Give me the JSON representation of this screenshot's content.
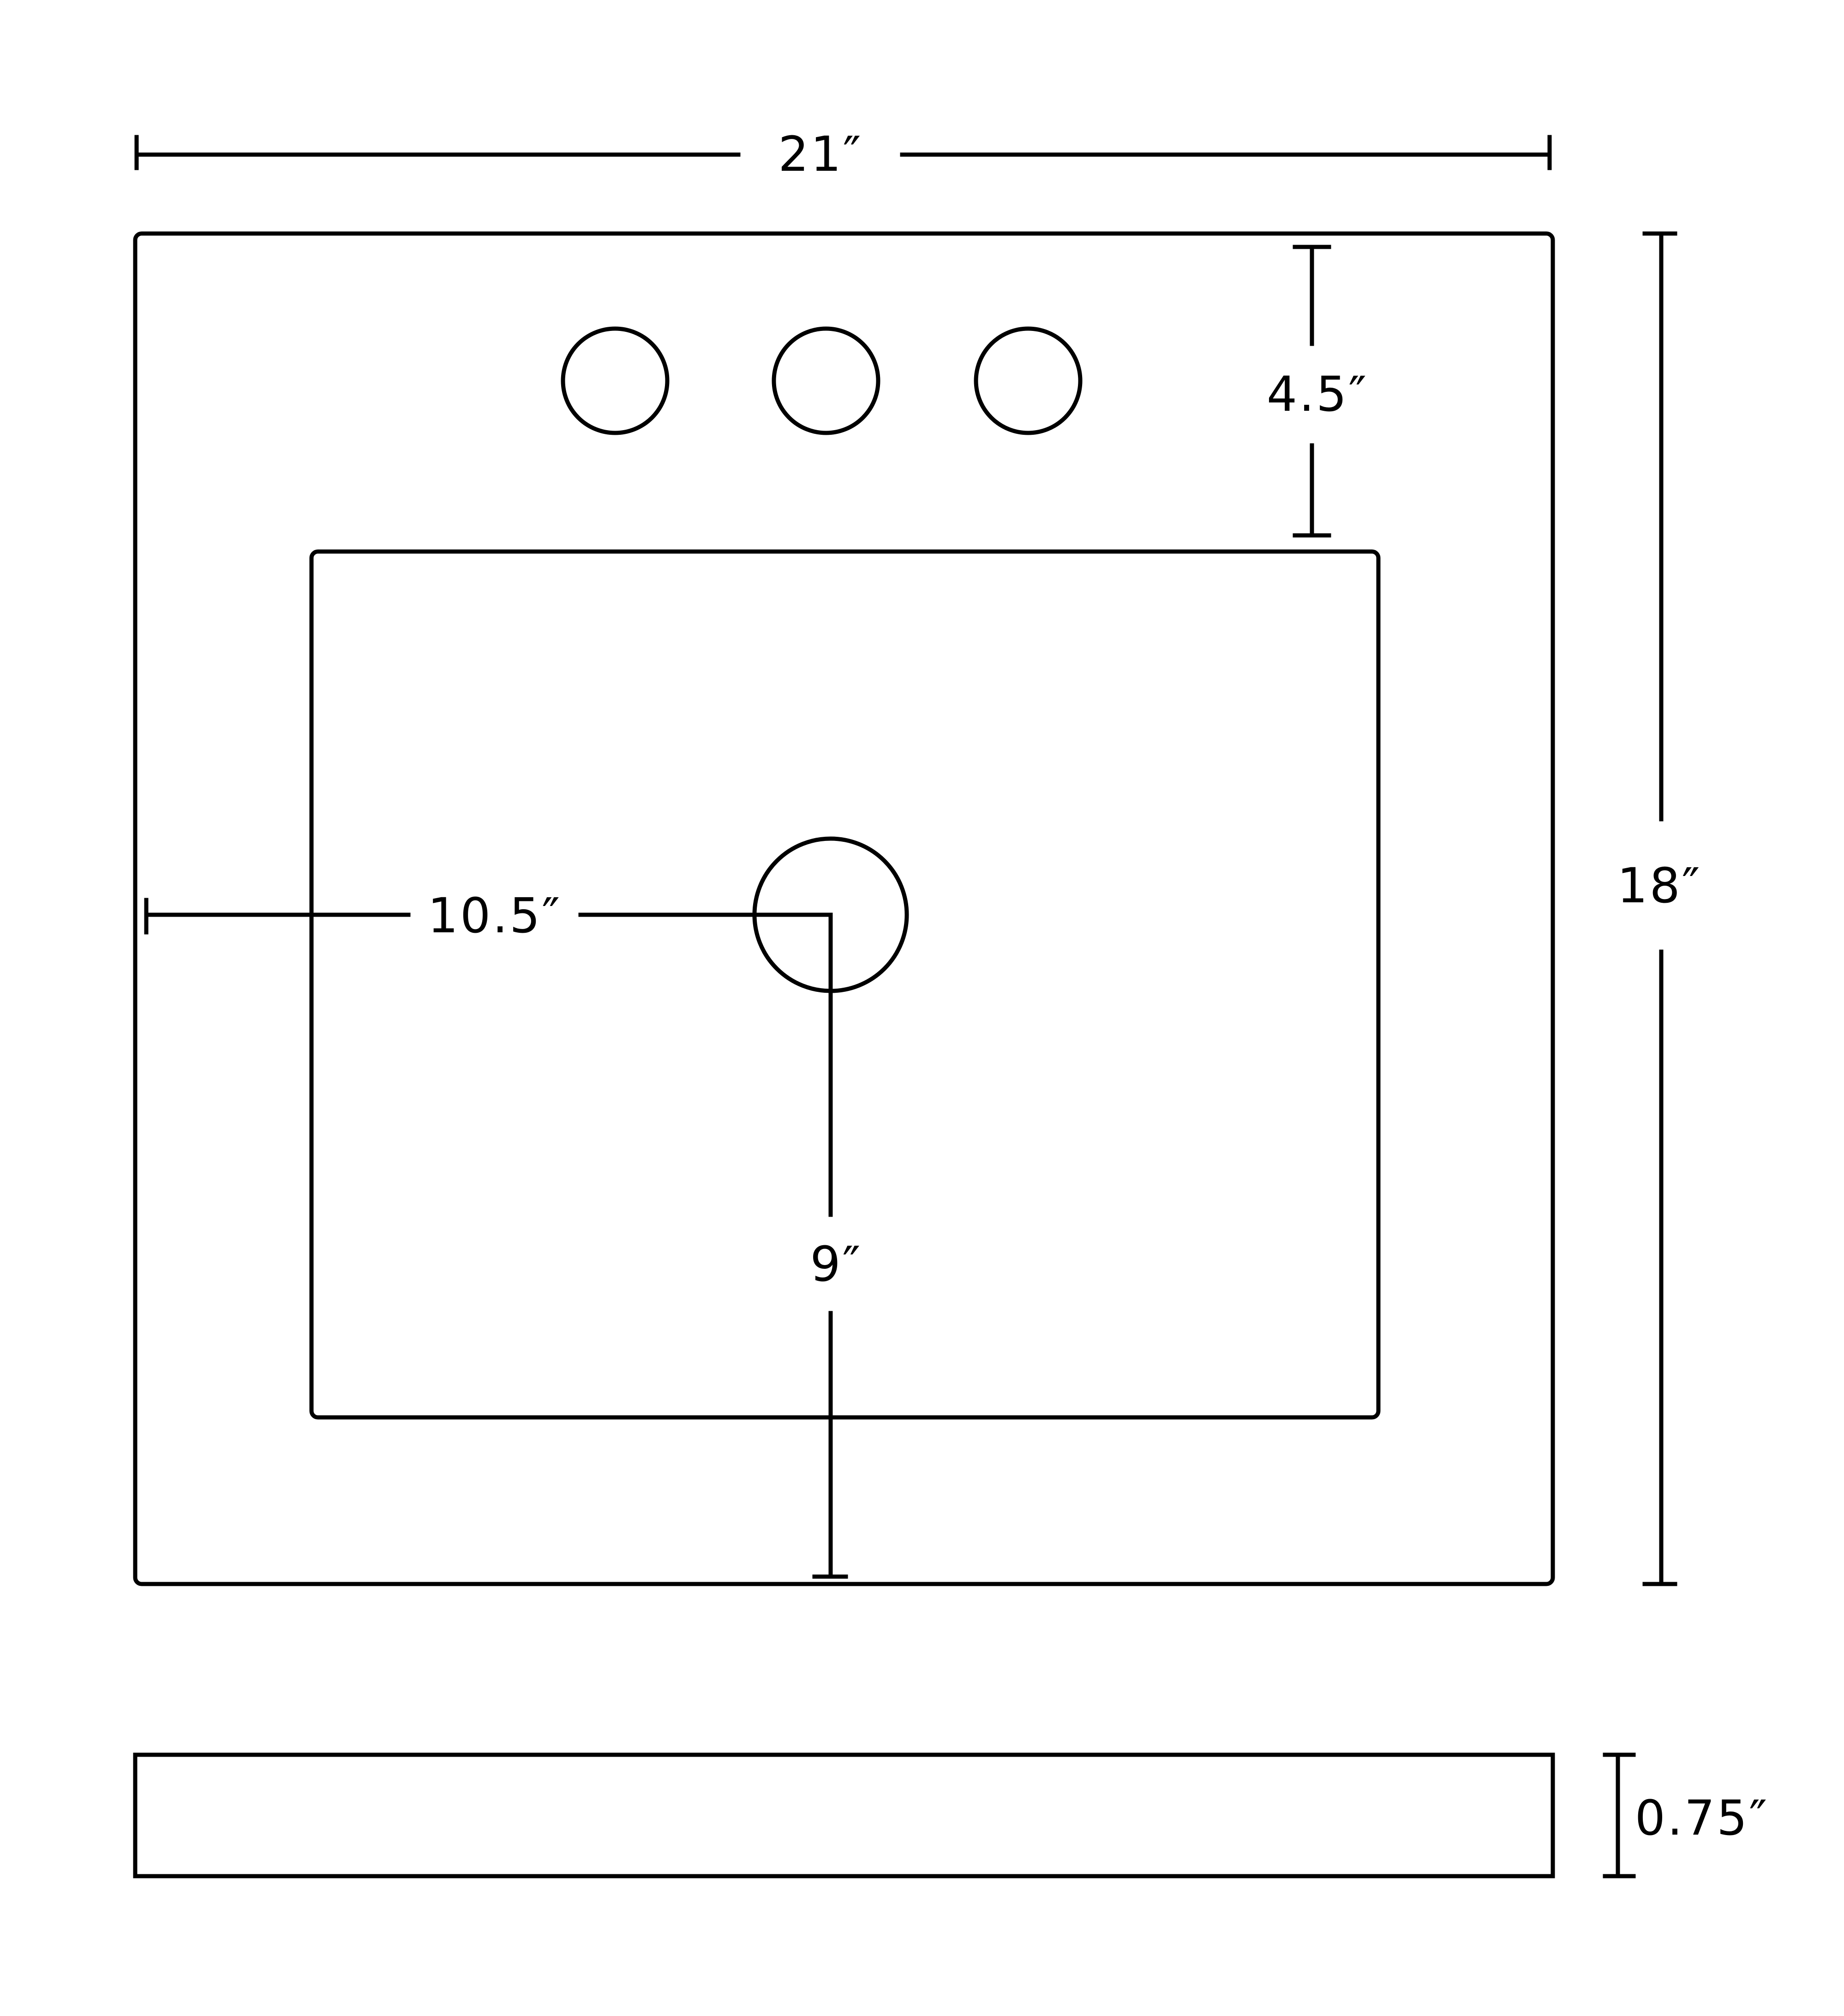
{
  "diagram": {
    "dimensions": {
      "width": "21″",
      "depth": "18″",
      "faucet_setback": "4.5″",
      "drain_from_left": "10.5″",
      "drain_from_front": "9″",
      "thickness": "0.75″"
    },
    "faucet_holes": 3,
    "drain_holes": 1,
    "line_color": "#000000",
    "background_color": "#ffffff"
  }
}
